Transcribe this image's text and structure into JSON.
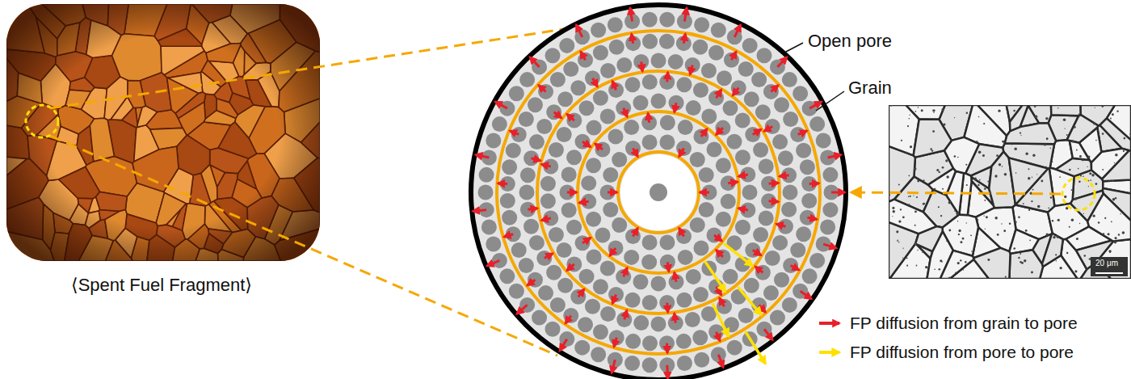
{
  "diagram": {
    "labels": [
      "⟨Spent Fuel Fragment⟩",
      "Open pore",
      "Grain",
      "20 μm"
    ],
    "legend": [
      {
        "text": "FP diffusion from grain to pore"
      },
      {
        "text": "FP diffusion from pore to pore"
      }
    ]
  }
}
